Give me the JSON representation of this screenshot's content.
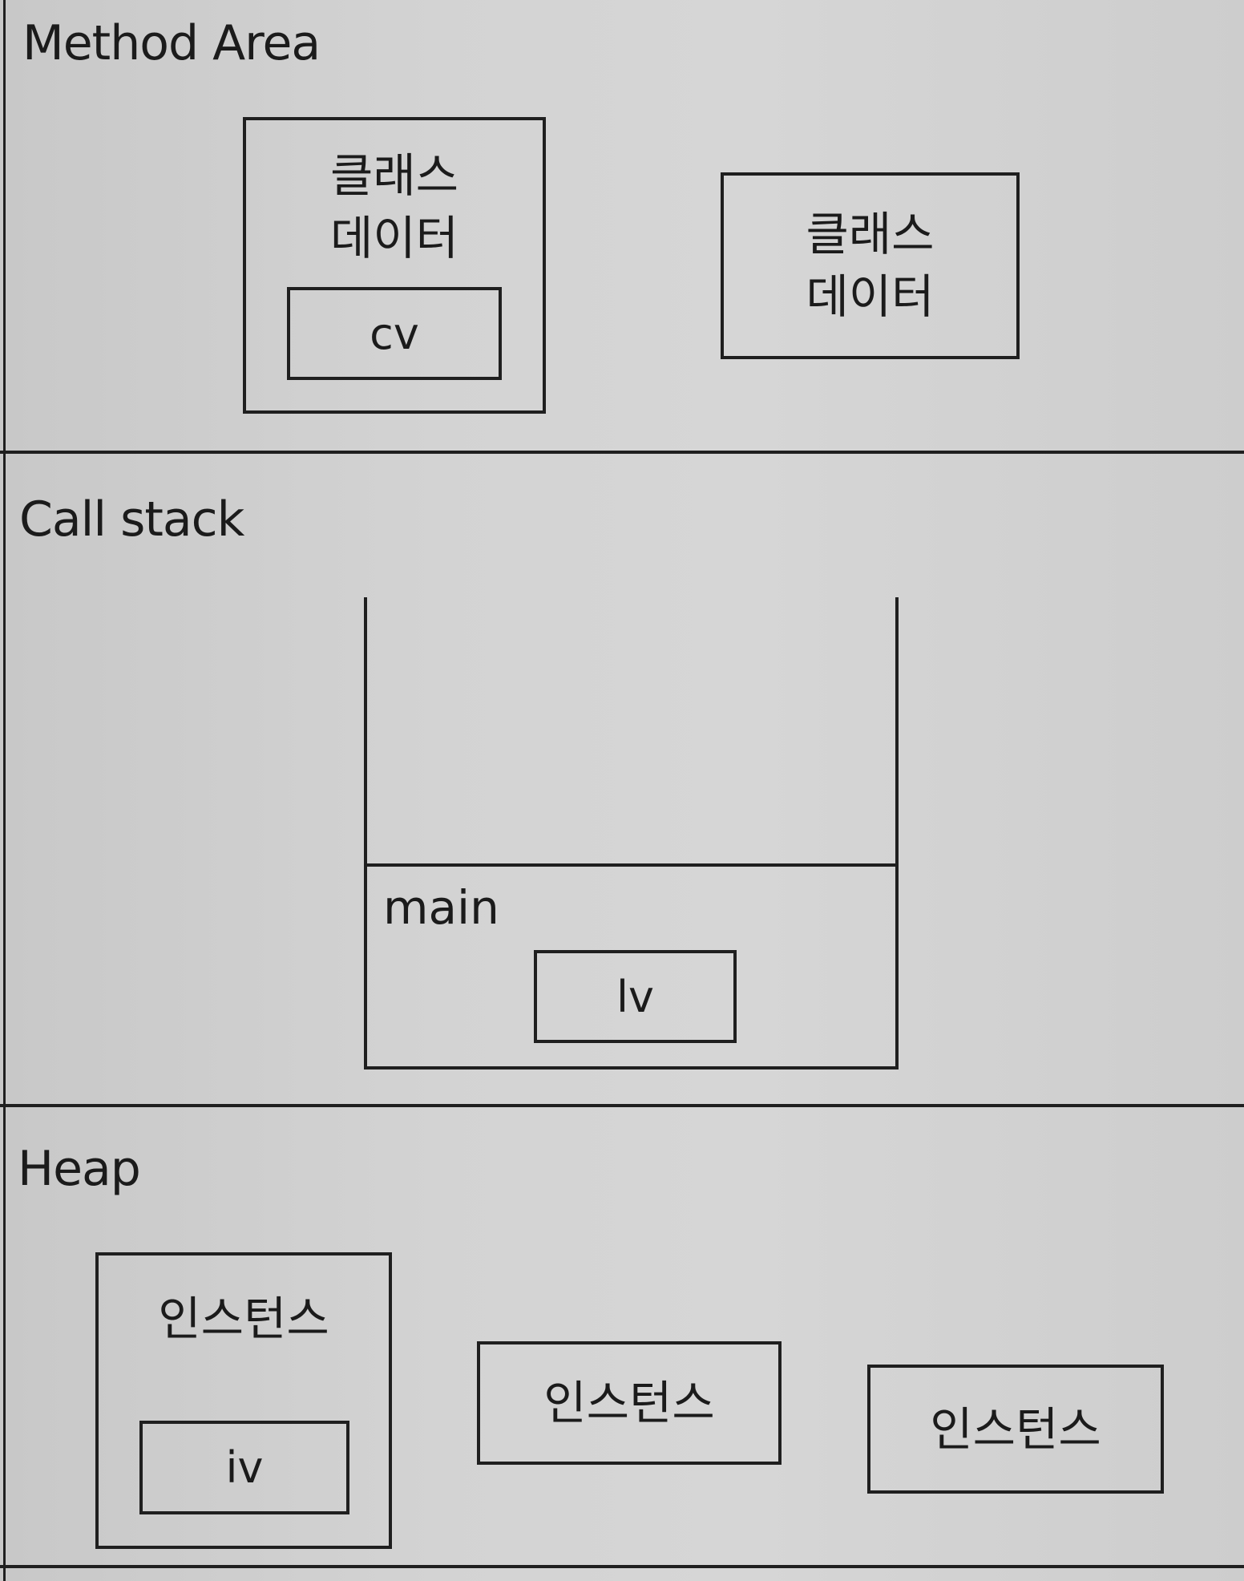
{
  "method_area": {
    "label": "Method Area",
    "class_data_1": {
      "label": "클래스\n데이터",
      "variable": "cv"
    },
    "class_data_2": {
      "label": "클래스\n데이터"
    }
  },
  "call_stack": {
    "label": "Call stack",
    "frame": {
      "label": "main",
      "variable": "lv"
    }
  },
  "heap": {
    "label": "Heap",
    "instance_1": {
      "label": "인스턴스",
      "variable": "iv"
    },
    "instance_2": {
      "label": "인스턴스"
    },
    "instance_3": {
      "label": "인스턴스"
    }
  }
}
